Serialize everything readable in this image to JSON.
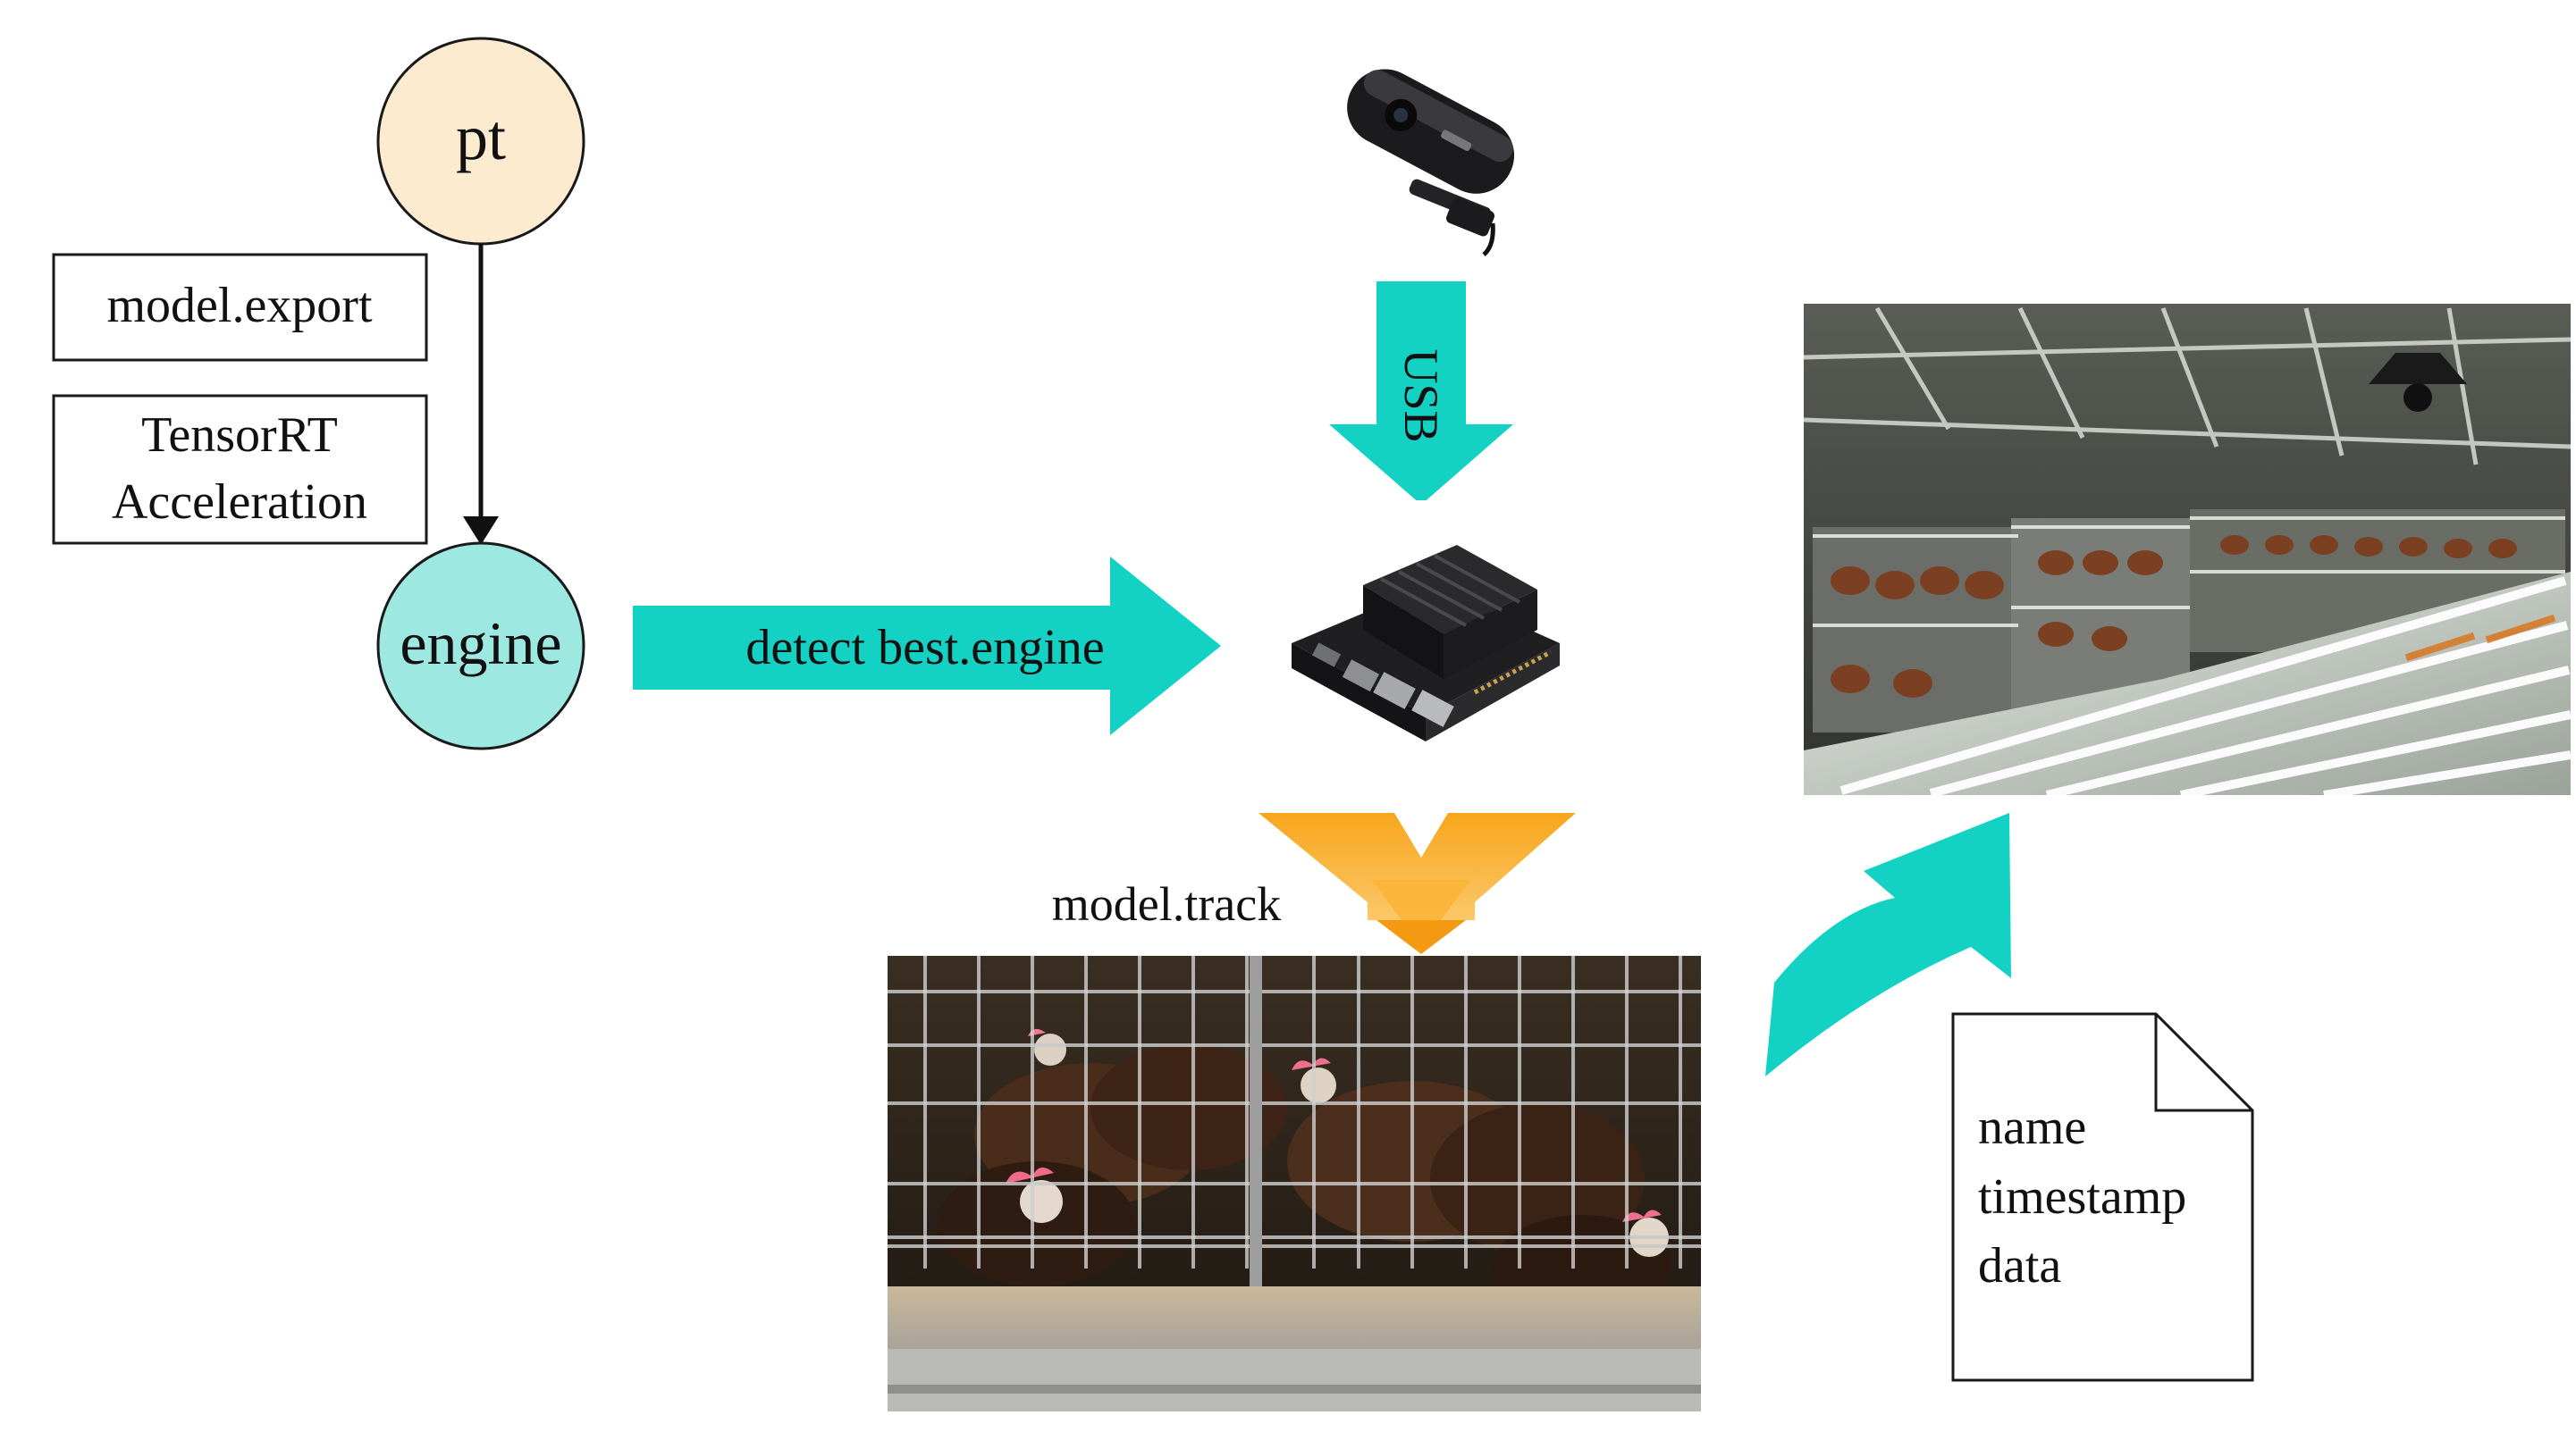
{
  "nodes": {
    "pt_label": "pt",
    "engine_label": "engine"
  },
  "labels": {
    "model_export": "model.export",
    "tensorrt_line1": "TensorRT",
    "tensorrt_line2": "Acceleration",
    "detect_arrow": "detect best.engine",
    "usb_arrow": "USB",
    "model_track": "model.track"
  },
  "document": {
    "line1": "name",
    "line2": "timestamp",
    "line3": "data"
  },
  "colors": {
    "pt_fill": "#fdebd0",
    "engine_fill": "#9de8e0",
    "accent_teal": "#13d2c4",
    "accent_orange": "#f5a21c",
    "outline": "#1a1a1a"
  }
}
